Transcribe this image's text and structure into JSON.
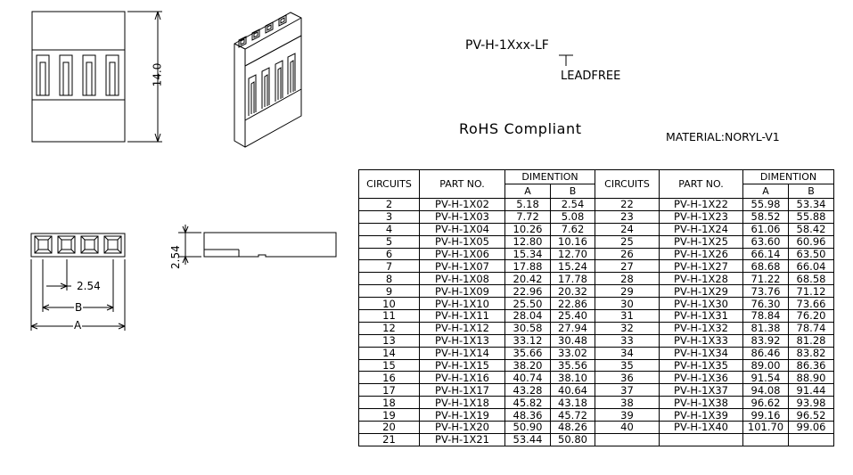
{
  "part_code": {
    "template": "PV-H-1Xxx-LF",
    "suffix_note": "LEADFREE"
  },
  "rohs_label": "RoHS Compliant",
  "material_label": "MATERIAL:NORYL-V1",
  "dims": {
    "height": "14.0",
    "pitch": "2.54",
    "side_height": "2.54",
    "b_label": "B",
    "a_label": "A"
  },
  "table": {
    "headers": {
      "circuits": "CIRCUITS",
      "part_no": "PART NO.",
      "dimention": "DIMENTION",
      "a": "A",
      "b": "B"
    },
    "left_rows": [
      {
        "circuits": "2",
        "part_no": "PV-H-1X02",
        "a": "5.18",
        "b": "2.54"
      },
      {
        "circuits": "3",
        "part_no": "PV-H-1X03",
        "a": "7.72",
        "b": "5.08"
      },
      {
        "circuits": "4",
        "part_no": "PV-H-1X04",
        "a": "10.26",
        "b": "7.62"
      },
      {
        "circuits": "5",
        "part_no": "PV-H-1X05",
        "a": "12.80",
        "b": "10.16"
      },
      {
        "circuits": "6",
        "part_no": "PV-H-1X06",
        "a": "15.34",
        "b": "12.70"
      },
      {
        "circuits": "7",
        "part_no": "PV-H-1X07",
        "a": "17.88",
        "b": "15.24"
      },
      {
        "circuits": "8",
        "part_no": "PV-H-1X08",
        "a": "20.42",
        "b": "17.78"
      },
      {
        "circuits": "9",
        "part_no": "PV-H-1X09",
        "a": "22.96",
        "b": "20.32"
      },
      {
        "circuits": "10",
        "part_no": "PV-H-1X10",
        "a": "25.50",
        "b": "22.86"
      },
      {
        "circuits": "11",
        "part_no": "PV-H-1X11",
        "a": "28.04",
        "b": "25.40"
      },
      {
        "circuits": "12",
        "part_no": "PV-H-1X12",
        "a": "30.58",
        "b": "27.94"
      },
      {
        "circuits": "13",
        "part_no": "PV-H-1X13",
        "a": "33.12",
        "b": "30.48"
      },
      {
        "circuits": "14",
        "part_no": "PV-H-1X14",
        "a": "35.66",
        "b": "33.02"
      },
      {
        "circuits": "15",
        "part_no": "PV-H-1X15",
        "a": "38.20",
        "b": "35.56"
      },
      {
        "circuits": "16",
        "part_no": "PV-H-1X16",
        "a": "40.74",
        "b": "38.10"
      },
      {
        "circuits": "17",
        "part_no": "PV-H-1X17",
        "a": "43.28",
        "b": "40.64"
      },
      {
        "circuits": "18",
        "part_no": "PV-H-1X18",
        "a": "45.82",
        "b": "43.18"
      },
      {
        "circuits": "19",
        "part_no": "PV-H-1X19",
        "a": "48.36",
        "b": "45.72"
      },
      {
        "circuits": "20",
        "part_no": "PV-H-1X20",
        "a": "50.90",
        "b": "48.26"
      },
      {
        "circuits": "21",
        "part_no": "PV-H-1X21",
        "a": "53.44",
        "b": "50.80"
      }
    ],
    "right_rows": [
      {
        "circuits": "22",
        "part_no": "PV-H-1X22",
        "a": "55.98",
        "b": "53.34"
      },
      {
        "circuits": "23",
        "part_no": "PV-H-1X23",
        "a": "58.52",
        "b": "55.88"
      },
      {
        "circuits": "24",
        "part_no": "PV-H-1X24",
        "a": "61.06",
        "b": "58.42"
      },
      {
        "circuits": "25",
        "part_no": "PV-H-1X25",
        "a": "63.60",
        "b": "60.96"
      },
      {
        "circuits": "26",
        "part_no": "PV-H-1X26",
        "a": "66.14",
        "b": "63.50"
      },
      {
        "circuits": "27",
        "part_no": "PV-H-1X27",
        "a": "68.68",
        "b": "66.04"
      },
      {
        "circuits": "28",
        "part_no": "PV-H-1X28",
        "a": "71.22",
        "b": "68.58"
      },
      {
        "circuits": "29",
        "part_no": "PV-H-1X29",
        "a": "73.76",
        "b": "71.12"
      },
      {
        "circuits": "30",
        "part_no": "PV-H-1X30",
        "a": "76.30",
        "b": "73.66"
      },
      {
        "circuits": "31",
        "part_no": "PV-H-1X31",
        "a": "78.84",
        "b": "76.20"
      },
      {
        "circuits": "32",
        "part_no": "PV-H-1X32",
        "a": "81.38",
        "b": "78.74"
      },
      {
        "circuits": "33",
        "part_no": "PV-H-1X33",
        "a": "83.92",
        "b": "81.28"
      },
      {
        "circuits": "34",
        "part_no": "PV-H-1X34",
        "a": "86.46",
        "b": "83.82"
      },
      {
        "circuits": "35",
        "part_no": "PV-H-1X35",
        "a": "89.00",
        "b": "86.36"
      },
      {
        "circuits": "36",
        "part_no": "PV-H-1X36",
        "a": "91.54",
        "b": "88.90"
      },
      {
        "circuits": "37",
        "part_no": "PV-H-1X37",
        "a": "94.08",
        "b": "91.44"
      },
      {
        "circuits": "38",
        "part_no": "PV-H-1X38",
        "a": "96.62",
        "b": "93.98"
      },
      {
        "circuits": "39",
        "part_no": "PV-H-1X39",
        "a": "99.16",
        "b": "96.52"
      },
      {
        "circuits": "40",
        "part_no": "PV-H-1X40",
        "a": "101.70",
        "b": "99.06"
      }
    ]
  }
}
